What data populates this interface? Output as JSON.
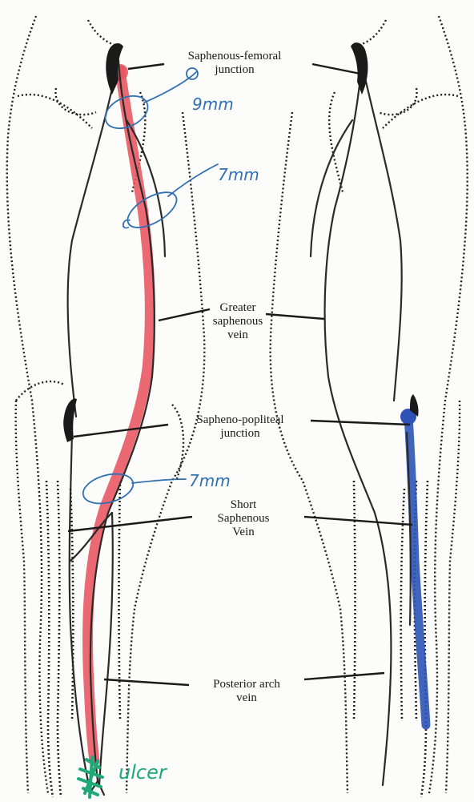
{
  "labels": {
    "saphenous_femoral_junction": [
      "Saphenous-femoral",
      "junction"
    ],
    "greater_saphenous_vein": [
      "Greater",
      "saphenous",
      "vein"
    ],
    "sapheno_popliteal_junction": [
      "Sapheno-popliteal",
      "junction"
    ],
    "short_saphenous_vein": [
      "Short",
      "Saphenous",
      "Vein"
    ],
    "posterior_arch_vein": [
      "Posterior arch",
      "vein"
    ]
  },
  "annotations": {
    "measure_upper_thigh": "9mm",
    "measure_mid_thigh": "7mm",
    "measure_knee": "7mm",
    "ulcer": "ulcer",
    "mark_c": "c"
  },
  "colors": {
    "outline": "#1e1e1e",
    "vein": "#2a2a2a",
    "red_highlight": "#e8545e",
    "blue_highlight": "#2c53b5",
    "handwriting_blue": "#2f6fb2",
    "ulcer_green": "#1fa878"
  }
}
